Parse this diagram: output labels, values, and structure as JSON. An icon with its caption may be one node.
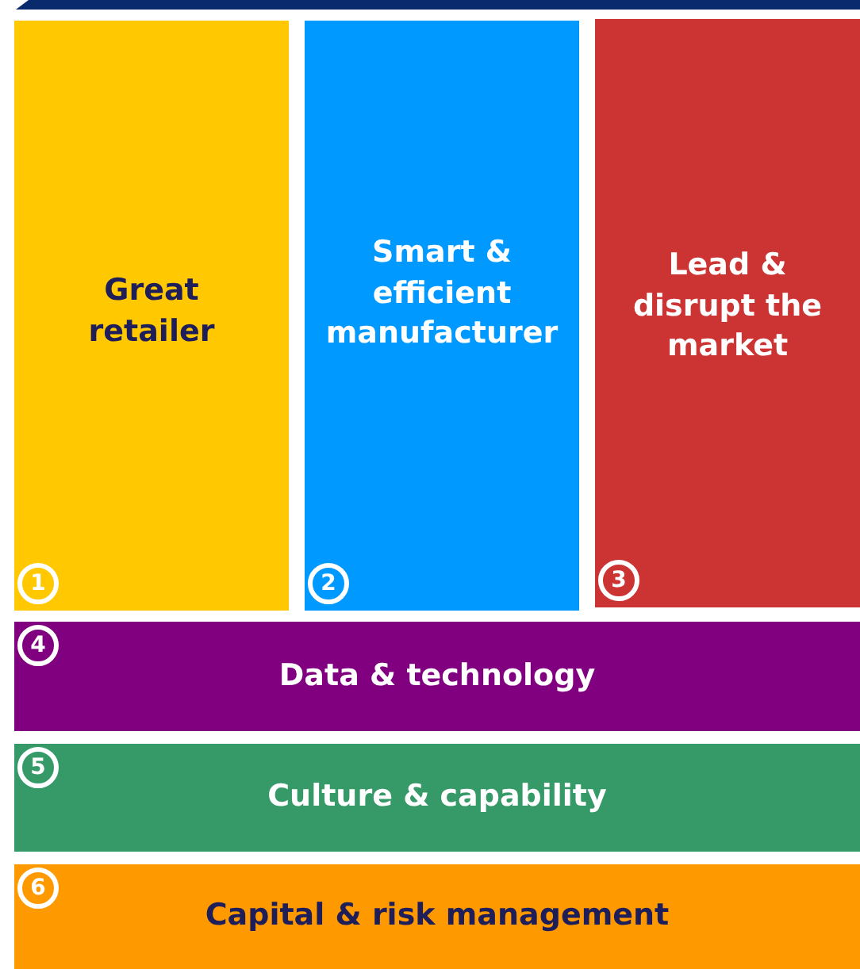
{
  "diagram": {
    "nodes": [
      {
        "text": [
          "Great retailer",
          "1"
        ]
      },
      {
        "text": [
          "Smart & efficient manufacturer",
          "2"
        ]
      },
      {
        "text": [
          "Lead & disrupt the market",
          "3"
        ]
      },
      {
        "text": [
          "4",
          "Data & technology"
        ]
      },
      {
        "text": [
          "5",
          "Culture & capability"
        ]
      },
      {
        "text": [
          "6",
          "Capital & risk management"
        ]
      }
    ]
  }
}
